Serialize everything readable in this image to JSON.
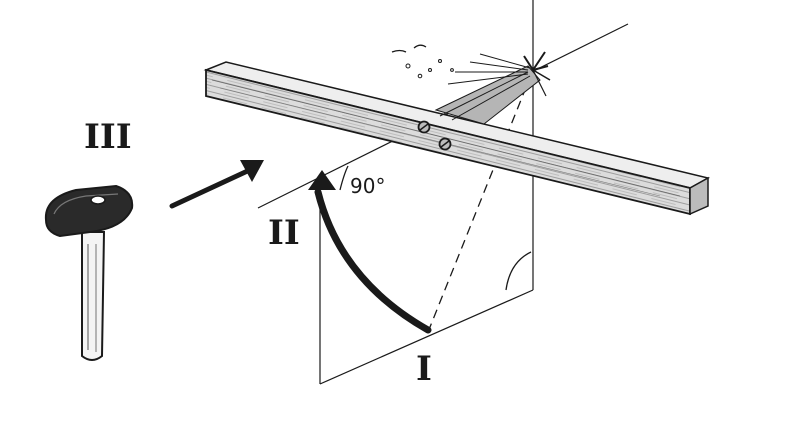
{
  "labels": {
    "position_one": "I",
    "position_two": "II",
    "position_three": "III",
    "angle": "90°"
  },
  "colors": {
    "ink": "#1a1a1a",
    "paper": "#ffffff",
    "wood": "#d9d9d9"
  }
}
